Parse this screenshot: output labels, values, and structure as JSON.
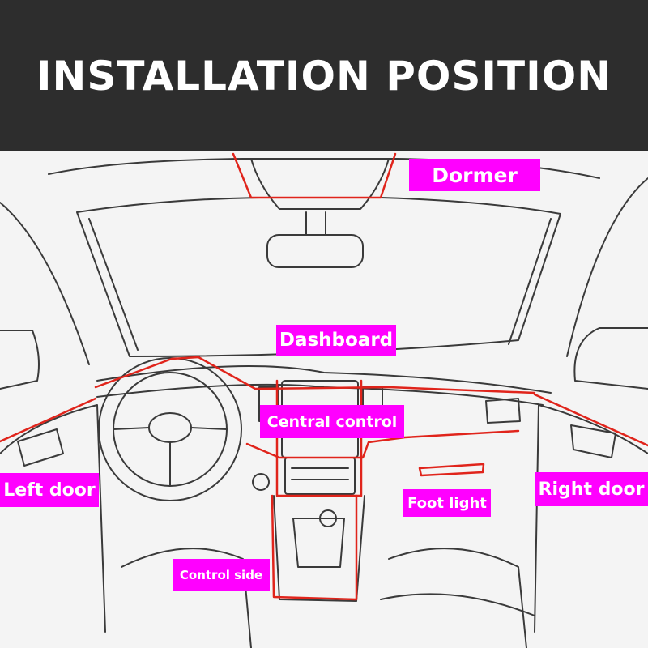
{
  "header": {
    "title": "INSTALLATION POSITION"
  },
  "colors": {
    "banner_bg": "#2d2d2d",
    "label_bg": "#ff00ff",
    "label_text": "#ffffff",
    "light_line": "#e0241b",
    "sketch_line": "#3a3a3a"
  },
  "labels": {
    "dormer": "Dormer",
    "dashboard": "Dashboard",
    "central_control": "Central control",
    "left_door": "Left door",
    "right_door": "Right door",
    "foot_light": "Foot light",
    "control_side": "Control side"
  }
}
